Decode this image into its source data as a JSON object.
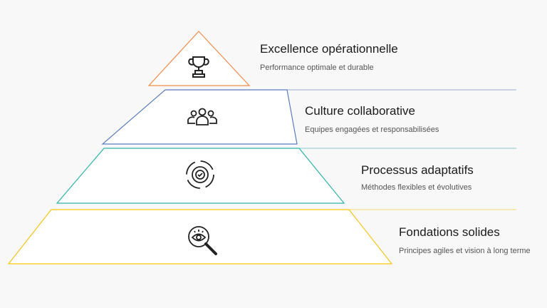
{
  "levels": [
    {
      "title": "Excellence opérationnelle",
      "subtitle": "Performance optimale et durable",
      "icon": "trophy-icon",
      "color": "#F08A4B"
    },
    {
      "title": "Culture collaborative",
      "subtitle": "Equipes engagées et responsabilisées",
      "icon": "team-icon",
      "color": "#5B7BC0"
    },
    {
      "title": "Processus adaptatifs",
      "subtitle": "Méthodes flexibles et évolutives",
      "icon": "gear-cycle-icon",
      "color": "#2DB3A8"
    },
    {
      "title": "Fondations solides",
      "subtitle": "Principes agiles et vision à long terme",
      "icon": "vision-search-icon",
      "color": "#F5C518"
    }
  ]
}
